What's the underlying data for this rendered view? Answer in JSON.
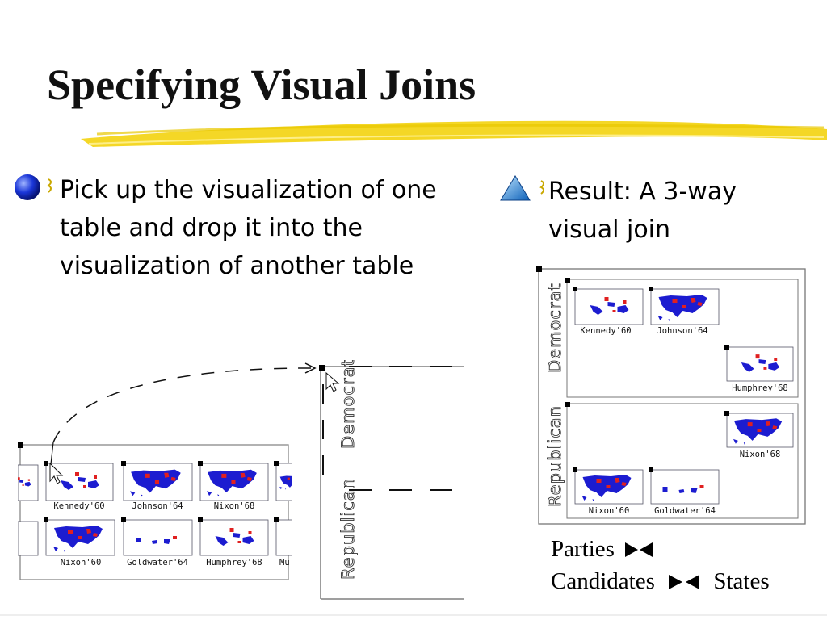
{
  "title": "Specifying Visual Joins",
  "bullets": {
    "left": "Pick up the visualization of one table and drop it into the visualization of another table",
    "right": "Result: A 3-way visual join"
  },
  "bottom_left_panel": {
    "row1": [
      "Kennedy'60",
      "Johnson'64",
      "Nixon'68"
    ],
    "row2": [
      "Nixon'60",
      "Goldwater'64",
      "Humphrey'68"
    ],
    "row2_partial": "Mu"
  },
  "drop_target": {
    "row_labels": [
      "Democrat",
      "Republican"
    ]
  },
  "result_panel": {
    "row_labels": [
      "Democrat",
      "Republican"
    ],
    "democrat": [
      "Kennedy'60",
      "Johnson'64",
      "Humphrey'68"
    ],
    "republican": [
      "Nixon'68",
      "Nixon'60",
      "Goldwater'64"
    ]
  },
  "join_formula": {
    "line1": "Parties",
    "line2_a": "Candidates",
    "line2_b": "States"
  },
  "colors": {
    "map_blue": "#1c1cd0",
    "map_red": "#e02020",
    "underline": "#f2d000"
  }
}
